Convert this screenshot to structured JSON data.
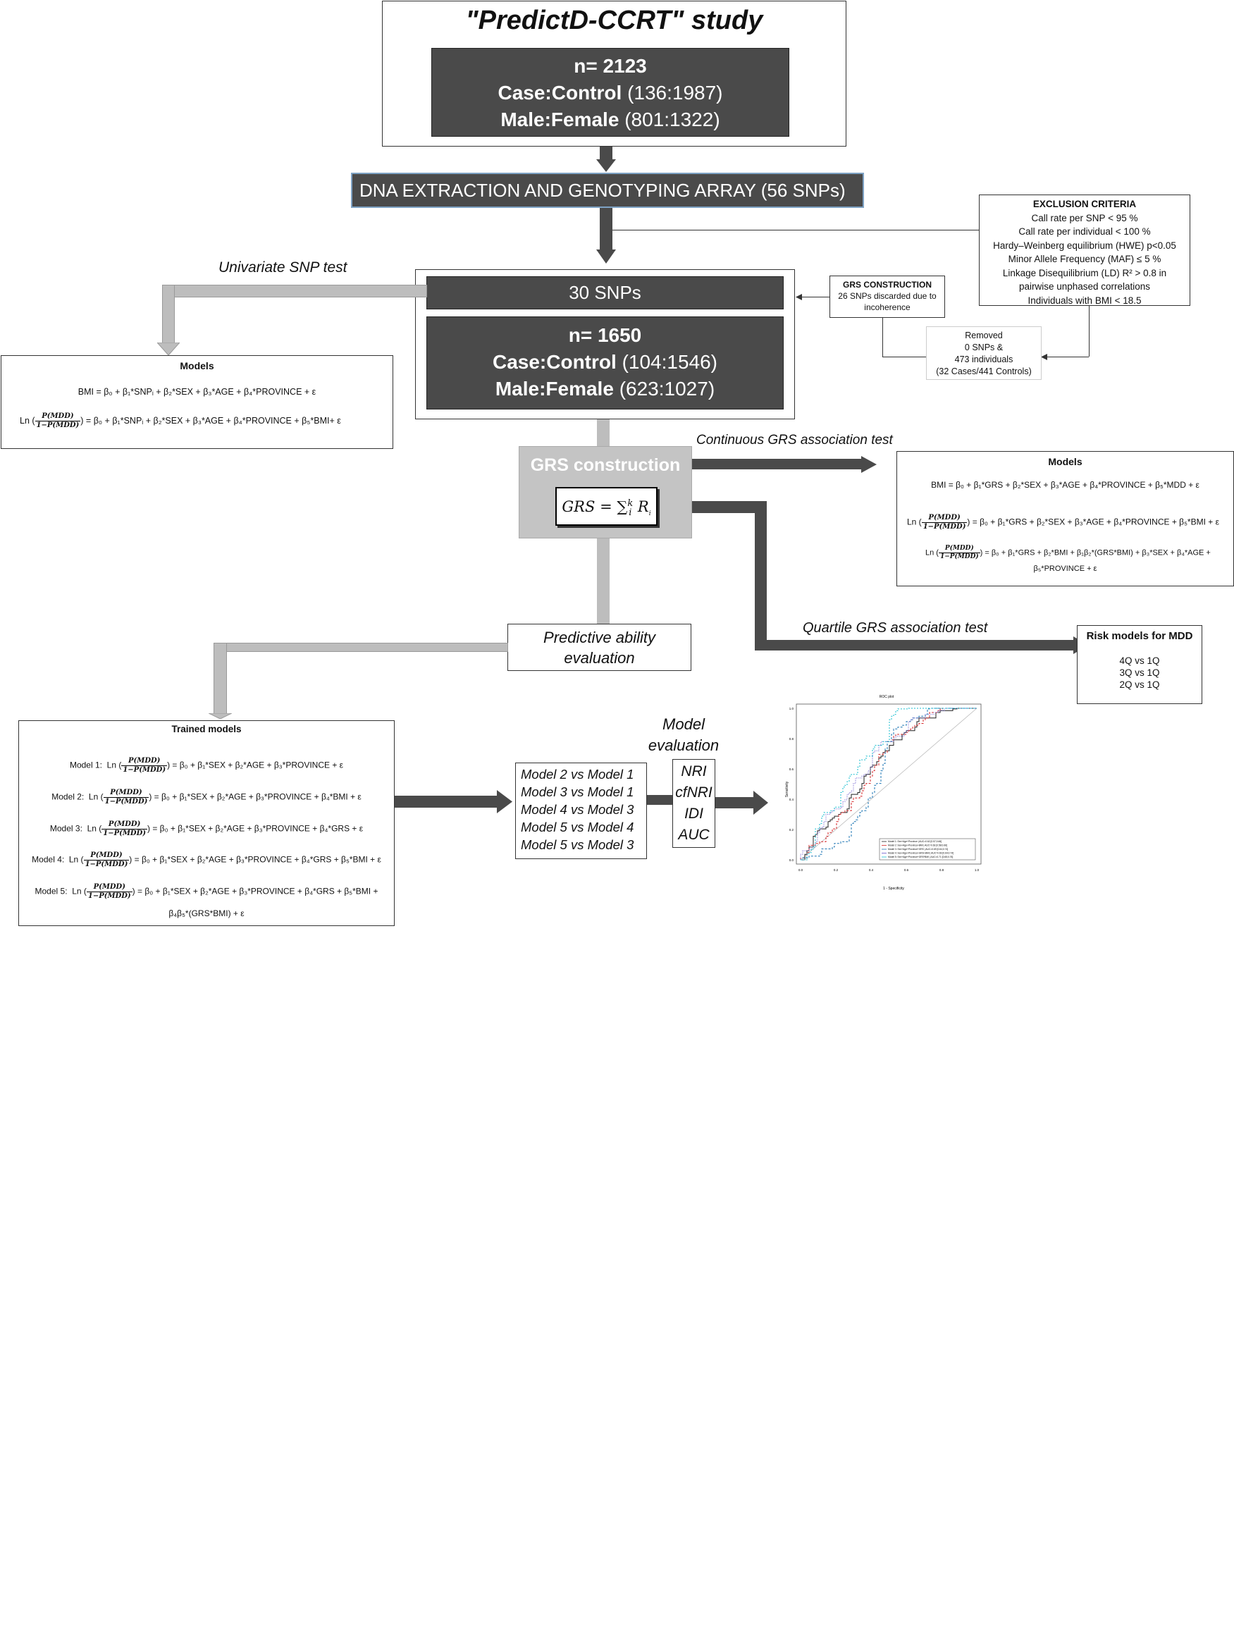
{
  "study": {
    "title": "\"PredictD-CCRT\" study",
    "n": "n= 2123",
    "case_control_label": "Case:Control",
    "case_control_value": "(136:1987)",
    "male_female_label": "Male:Female",
    "male_female_value": "(801:1322)"
  },
  "dna": {
    "label": "DNA EXTRACTION AND GENOTYPING ARRAY (56 SNPs)"
  },
  "exclusion": {
    "title": "EXCLUSION CRITERIA",
    "items": [
      "Call rate per SNP < 95 %",
      "Call rate per individual < 100 %",
      "Hardy–Weinberg equilibrium (HWE) p<0.05",
      "Minor Allele Frequency (MAF) ≤ 5 %",
      "Linkage Disequilibrium (LD) R² > 0.8 in",
      "pairwise unphased correlations",
      "Individuals with BMI < 18.5"
    ]
  },
  "grs_construction_note": {
    "title": "GRS CONSTRUCTION",
    "text1": "26 SNPs discarded due to",
    "text2": "incoherence"
  },
  "removed": {
    "l1": "Removed",
    "l2": "0 SNPs &",
    "l3": "473 individuals",
    "l4": "(32 Cases/441 Controls)"
  },
  "snps": {
    "label": "30 SNPs"
  },
  "sample": {
    "n": "n= 1650",
    "case_control_label": "Case:Control",
    "case_control_value": "(104:1546)",
    "male_female_label": "Male:Female",
    "male_female_value": "(623:1027)"
  },
  "univariate": {
    "label": "Univariate SNP test"
  },
  "models_left": {
    "title": "Models",
    "eq1": "BMI = β₀ + β₁*SNPᵢ + β₂*SEX + β₃*AGE + β₄*PROVINCE + ε",
    "eq2_prefix": "Ln (",
    "eq2_suffix": ") = β₀ + β₁*SNPᵢ + β₂*SEX + β₃*AGE + β₄*PROVINCE + β₅*BMI+ ε"
  },
  "frac": {
    "num": "P(MDD)",
    "den": "1−P(MDD)"
  },
  "grs": {
    "title": "GRS construction",
    "formula_lhs": "GRS",
    "formula_rhs": "= ∑",
    "sup": "k",
    "sub": "i",
    "r": "R",
    "rsub": "i"
  },
  "continuous": {
    "label": "Continuous GRS association test"
  },
  "models_right": {
    "title": "Models",
    "eq1": "BMI = β₀ + β₁*GRS + β₂*SEX + β₃*AGE + β₄*PROVINCE + β₅*MDD + ε",
    "eq2_prefix": "Ln (",
    "eq2_suffix": ") = β₀ + β₁*GRS + β₂*SEX + β₃*AGE + β₄*PROVINCE + β₅*BMI + ε",
    "eq3_prefix": "Ln (",
    "eq3_suffix": ") = β₀ + β₁*GRS + β₂*BMI + β₁β₂*(GRS*BMI) + β₃*SEX + β₄*AGE +",
    "eq3_line2": "β₅*PROVINCE + ε"
  },
  "quartile": {
    "label": "Quartile GRS association test"
  },
  "risk": {
    "title": "Risk models for MDD",
    "items": [
      "4Q vs 1Q",
      "3Q vs 1Q",
      "2Q vs 1Q"
    ]
  },
  "predictive": {
    "l1": "Predictive ability",
    "l2": "evaluation"
  },
  "trained": {
    "title": "Trained models",
    "models": [
      {
        "label": "Model 1:",
        "prefix": "Ln (",
        "suffix": ") = β₀ + β₁*SEX + β₂*AGE  + β₃*PROVINCE + ε"
      },
      {
        "label": "Model 2:",
        "prefix": "Ln (",
        "suffix": ") = β₀ + β₁*SEX + β₂*AGE  + β₃*PROVINCE + β₄*BMI + ε"
      },
      {
        "label": "Model 3:",
        "prefix": "Ln (",
        "suffix": ") = β₀ + β₁*SEX + β₂*AGE  + β₃*PROVINCE + β₄*GRS + ε"
      },
      {
        "label": "Model 4:",
        "prefix": "Ln (",
        "suffix": ") = β₀ + β₁*SEX + β₂*AGE  + β₃*PROVINCE + β₄*GRS + β₅*BMI + ε"
      },
      {
        "label": "Model 5:",
        "prefix": "Ln (",
        "suffix": ") = β₀ + β₁*SEX + β₂*AGE  + β₃*PROVINCE + β₄*GRS + β₅*BMI +"
      }
    ],
    "model5_line2": "β₄β₅*(GRS*BMI) + ε"
  },
  "comparisons": {
    "items": [
      "Model  2 vs Model 1",
      "Model 3 vs Model 1",
      "Model 4 vs Model 3",
      "Model 5 vs Model 4",
      "Model 5 vs Model 3"
    ]
  },
  "model_eval": {
    "l1": "Model",
    "l2": "evaluation"
  },
  "metrics": {
    "items": [
      "NRI",
      "cfNRI",
      "IDI",
      "AUC"
    ]
  },
  "roc": {
    "title": "ROC plot",
    "ylabel": "Sensitivity",
    "xlabel": "1 - Specificity",
    "xticks": [
      "0.0",
      "0.2",
      "0.4",
      "0.6",
      "0.8",
      "1.0"
    ],
    "yticks": [
      "0.0",
      "0.2",
      "0.4",
      "0.6",
      "0.8",
      "1.0"
    ],
    "legend": [
      "Model 1: Sex+Age+Province | AUC=0.62 [0.57;0.66]",
      "Model 2: Sex+Age+Province+BMI | AUC=0.63 [0.58;0.68]",
      "Model 3: Sex+Age+Province+GRS | AUC=0.69 [0.64;0.74]",
      "Model 4: Sex+Age+Province+GRS+BMI | AUC=0.69 [0.64;0.74]",
      "Model 5: Sex+Age+Province+GRS*BMI | AUC=0.71 [0.65;0.76]"
    ],
    "colors": {
      "m1": "#222222",
      "m2": "#d62728",
      "m3": "#1f77b4",
      "m4": "#6a5acd",
      "m5": "#17becf",
      "diag": "#bbbbbb"
    }
  }
}
